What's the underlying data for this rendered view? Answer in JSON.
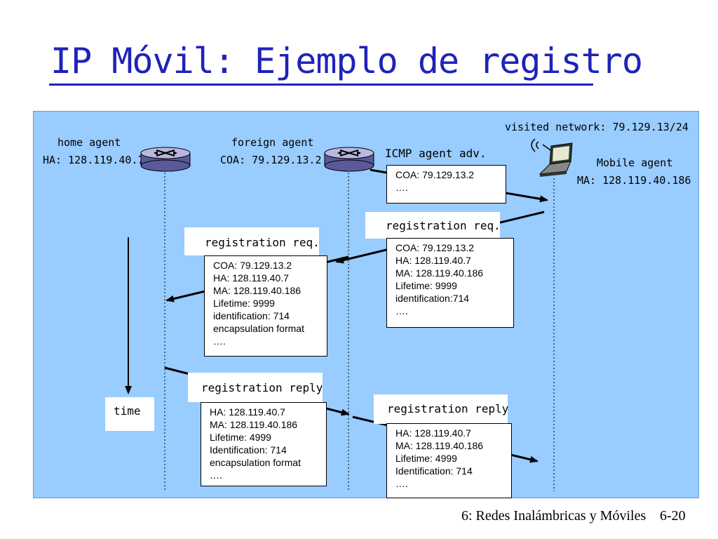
{
  "title": "IP Móvil: Ejemplo de registro",
  "visited_network": "visited network: 79.129.13/24",
  "home_agent": {
    "name": "home agent",
    "addr": "HA: 128.119.40.7"
  },
  "foreign_agent": {
    "name": "foreign agent",
    "addr": "COA: 79.129.13.2"
  },
  "mobile_agent": {
    "name": "Mobile agent",
    "addr": "MA: 128.119.40.186"
  },
  "icmp_adv": {
    "label": "ICMP agent adv.",
    "lines": [
      "COA: 79.129.13.2",
      "…."
    ]
  },
  "reg_req_fa": {
    "label": "registration req.",
    "lines": [
      "COA: 79.129.13.2",
      "HA: 128.119.40.7",
      "MA: 128.119.40.186",
      "Lifetime: 9999",
      "identification:714",
      "…."
    ]
  },
  "reg_req_ha": {
    "label": "registration req.",
    "lines": [
      "COA: 79.129.13.2",
      "HA: 128.119.40.7",
      "MA: 128.119.40.186",
      "Lifetime: 9999",
      "identification: 714",
      "encapsulation format",
      "…."
    ]
  },
  "reg_reply_ha": {
    "label": "registration reply",
    "lines": [
      "HA: 128.119.40.7",
      "MA: 128.119.40.186",
      "Lifetime: 4999",
      "Identification: 714",
      "encapsulation format",
      "…."
    ]
  },
  "reg_reply_fa": {
    "label": "registration reply",
    "lines": [
      "HA: 128.119.40.7",
      "MA: 128.119.40.186",
      "Lifetime: 4999",
      "Identification: 714",
      "…."
    ]
  },
  "time_label": "time",
  "footer": {
    "chapter": "6: Redes Inalámbricas y Móviles",
    "page": "6-20"
  },
  "colors": {
    "title": "#1f23b8",
    "panel": "#99ccff"
  },
  "icons": {
    "router": "router-icon",
    "laptop": "laptop-icon",
    "antenna": "antenna-icon"
  }
}
